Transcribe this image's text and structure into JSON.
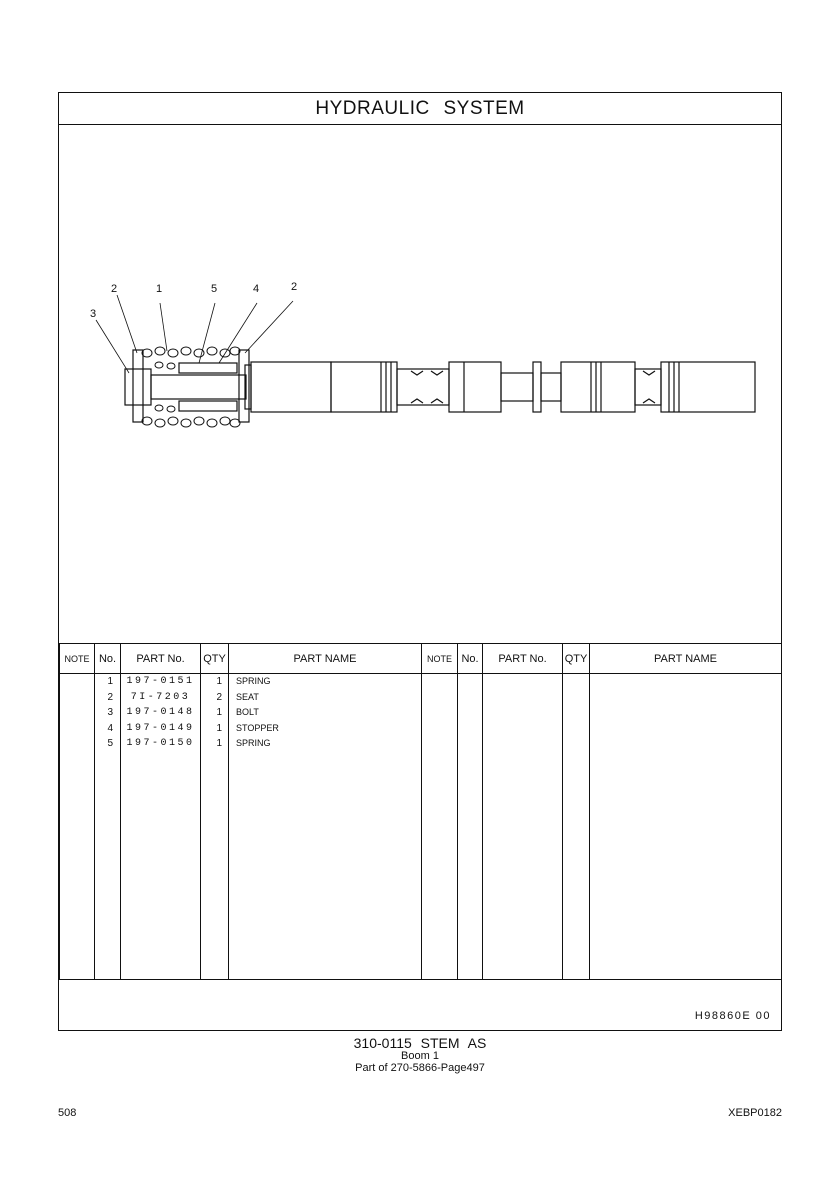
{
  "header": {
    "title": "HYDRAULIC   SYSTEM"
  },
  "figure": {
    "callouts": [
      "2",
      "1",
      "5",
      "4",
      "2",
      "3"
    ]
  },
  "table": {
    "headers": {
      "note": "NOTE",
      "no": "No.",
      "part_no": "PART No.",
      "qty": "QTY",
      "part_name": "PART NAME"
    },
    "rows": [
      {
        "no": "1",
        "part_no": "197-0151",
        "qty": "1",
        "name": "SPRING"
      },
      {
        "no": "2",
        "part_no": "7I-7203",
        "qty": "2",
        "name": "SEAT"
      },
      {
        "no": "3",
        "part_no": "197-0148",
        "qty": "1",
        "name": "BOLT"
      },
      {
        "no": "4",
        "part_no": "197-0149",
        "qty": "1",
        "name": "STOPPER"
      },
      {
        "no": "5",
        "part_no": "197-0150",
        "qty": "1",
        "name": "SPRING"
      }
    ]
  },
  "footer": {
    "drawing_code": "H98860E   00"
  },
  "caption": {
    "line1": "310-0115  STEM AS",
    "line2": "Boom  1",
    "line3": "Part of 270-5866-Page497"
  },
  "page": {
    "number": "508",
    "doc_code": "XEBP0182"
  }
}
